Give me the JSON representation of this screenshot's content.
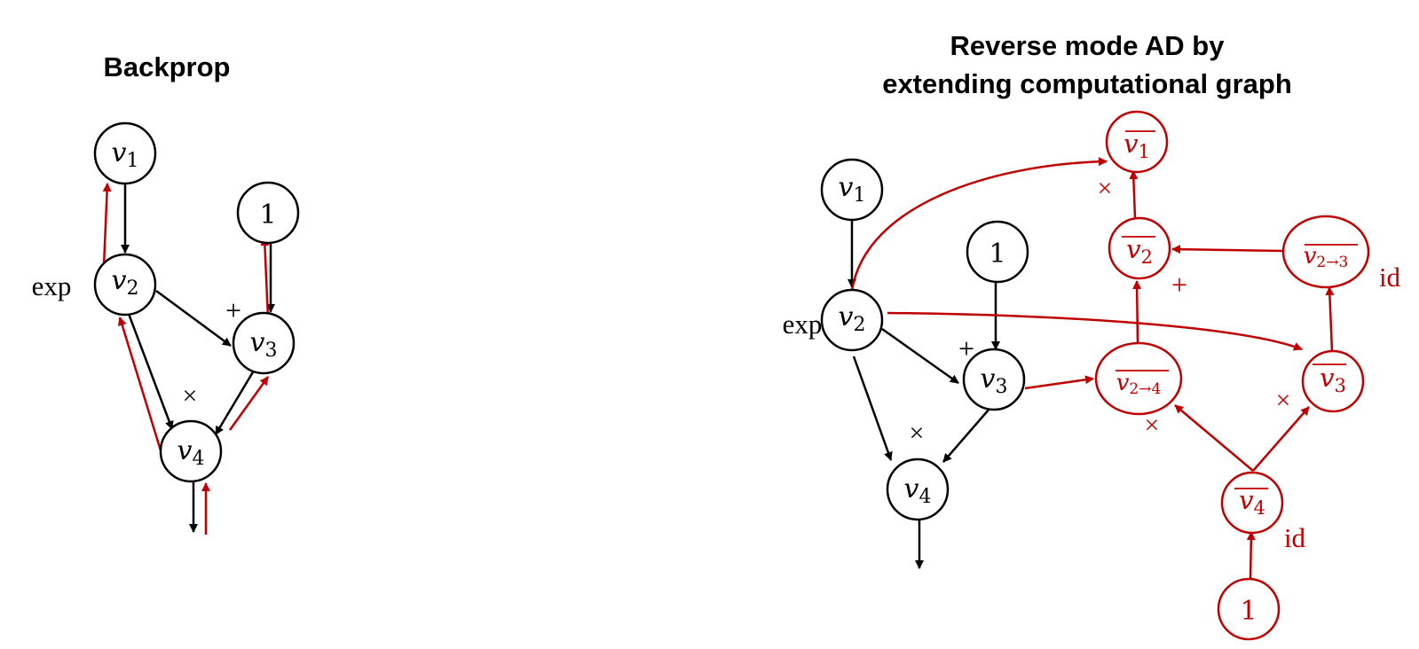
{
  "colors": {
    "forward": "#000000",
    "backward": "#c00000"
  },
  "left_panel": {
    "title": "Backprop",
    "nodes": [
      {
        "id": "v1",
        "base": "v",
        "sub": "1",
        "bar": false
      },
      {
        "id": "v2",
        "base": "v",
        "sub": "2",
        "bar": false
      },
      {
        "id": "one",
        "base": "1",
        "sub": "",
        "bar": false
      },
      {
        "id": "v3",
        "base": "v",
        "sub": "3",
        "bar": false
      },
      {
        "id": "v4",
        "base": "v",
        "sub": "4",
        "bar": false
      }
    ],
    "op_labels": {
      "exp": "exp",
      "plus": "+",
      "times": "×"
    },
    "forward_edges": [
      [
        "v1",
        "v2"
      ],
      [
        "v2",
        "v3"
      ],
      [
        "one",
        "v3"
      ],
      [
        "v2",
        "v4"
      ],
      [
        "v3",
        "v4"
      ],
      [
        "v4",
        "out"
      ]
    ],
    "backward_edges": [
      [
        "v2",
        "v1"
      ],
      [
        "v3",
        "one"
      ],
      [
        "v4",
        "v2"
      ],
      [
        "v4",
        "v3"
      ],
      [
        "in",
        "v4"
      ]
    ]
  },
  "right_panel": {
    "title_line1": "Reverse mode AD by",
    "title_line2": "extending computational graph",
    "forward_nodes": [
      {
        "id": "v1",
        "base": "v",
        "sub": "1"
      },
      {
        "id": "one",
        "base": "1",
        "sub": ""
      },
      {
        "id": "v2",
        "base": "v",
        "sub": "2"
      },
      {
        "id": "v3",
        "base": "v",
        "sub": "3"
      },
      {
        "id": "v4",
        "base": "v",
        "sub": "4"
      }
    ],
    "adjoint_nodes": [
      {
        "id": "bv1",
        "base": "v",
        "sub": "1"
      },
      {
        "id": "bv2",
        "base": "v",
        "sub": "2"
      },
      {
        "id": "bv23",
        "base": "v",
        "sub": "2→3"
      },
      {
        "id": "bv24",
        "base": "v",
        "sub": "2→4"
      },
      {
        "id": "bv3",
        "base": "v",
        "sub": "3"
      },
      {
        "id": "bv4",
        "base": "v",
        "sub": "4"
      },
      {
        "id": "bone",
        "base": "1",
        "sub": ""
      }
    ],
    "op_labels": {
      "exp": "exp",
      "plus_fwd": "+",
      "times_fwd": "×",
      "times_bv1": "×",
      "plus_bv2": "+",
      "id_bv23": "id",
      "times_bv24": "×",
      "times_bv3": "×",
      "id_bv4": "id"
    }
  }
}
